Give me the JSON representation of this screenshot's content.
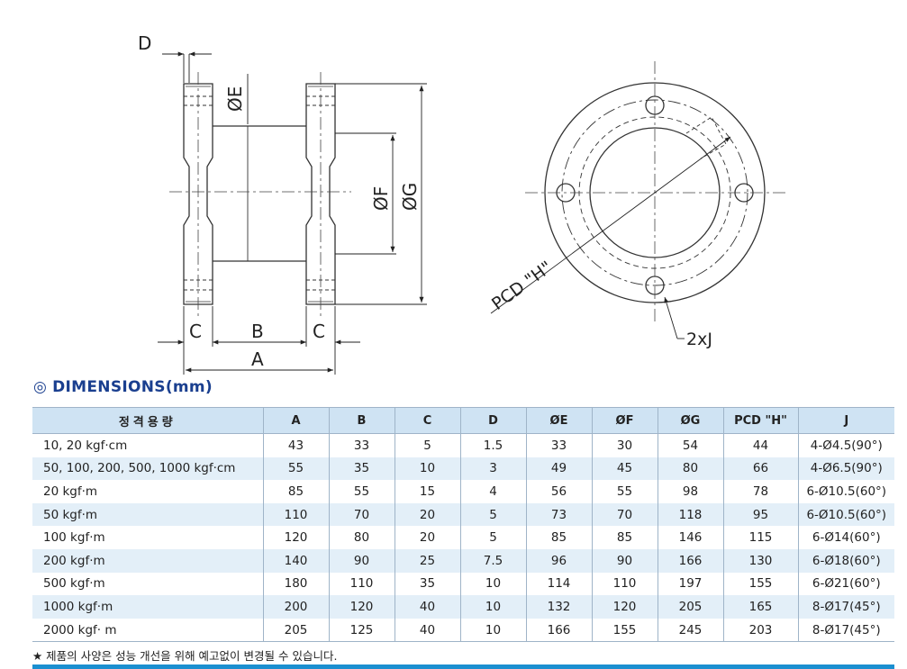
{
  "drawing": {
    "labels": {
      "d": "D",
      "e": "ØE",
      "f": "ØF",
      "g": "ØG",
      "c_left": "C",
      "b": "B",
      "c_right": "C",
      "a": "A",
      "pcd": "PCD \"H\"",
      "j": "2xJ"
    }
  },
  "section": {
    "bullet": "◎",
    "title": "DIMENSIONS(mm)"
  },
  "table": {
    "headers": [
      "정격용량",
      "A",
      "B",
      "C",
      "D",
      "ØE",
      "ØF",
      "ØG",
      "PCD \"H\"",
      "J"
    ],
    "rows": [
      [
        "10, 20 kgf·cm",
        "43",
        "33",
        "5",
        "1.5",
        "33",
        "30",
        "54",
        "44",
        "4-Ø4.5(90°)"
      ],
      [
        "50, 100, 200, 500, 1000 kgf·cm",
        "55",
        "35",
        "10",
        "3",
        "49",
        "45",
        "80",
        "66",
        "4-Ø6.5(90°)"
      ],
      [
        "20 kgf·m",
        "85",
        "55",
        "15",
        "4",
        "56",
        "55",
        "98",
        "78",
        "6-Ø10.5(60°)"
      ],
      [
        "50 kgf·m",
        "110",
        "70",
        "20",
        "5",
        "73",
        "70",
        "118",
        "95",
        "6-Ø10.5(60°)"
      ],
      [
        "100 kgf·m",
        "120",
        "80",
        "20",
        "5",
        "85",
        "85",
        "146",
        "115",
        "6-Ø14(60°)"
      ],
      [
        "200 kgf·m",
        "140",
        "90",
        "25",
        "7.5",
        "96",
        "90",
        "166",
        "130",
        "6-Ø18(60°)"
      ],
      [
        "500 kgf·m",
        "180",
        "110",
        "35",
        "10",
        "114",
        "110",
        "197",
        "155",
        "6-Ø21(60°)"
      ],
      [
        "1000 kgf·m",
        "200",
        "120",
        "40",
        "10",
        "132",
        "120",
        "205",
        "165",
        "8-Ø17(45°)"
      ],
      [
        "2000 kgf· m",
        "205",
        "125",
        "40",
        "10",
        "166",
        "155",
        "245",
        "203",
        "8-Ø17(45°)"
      ]
    ]
  },
  "note": "★ 제품의 사양은 성능 개선을 위해 예고없이 변경될 수 있습니다.",
  "colors": {
    "header_bg": "#cfe3f3",
    "stripe": "#e3eff8",
    "accent": "#1b8fd0",
    "title": "#1a3f8f"
  }
}
